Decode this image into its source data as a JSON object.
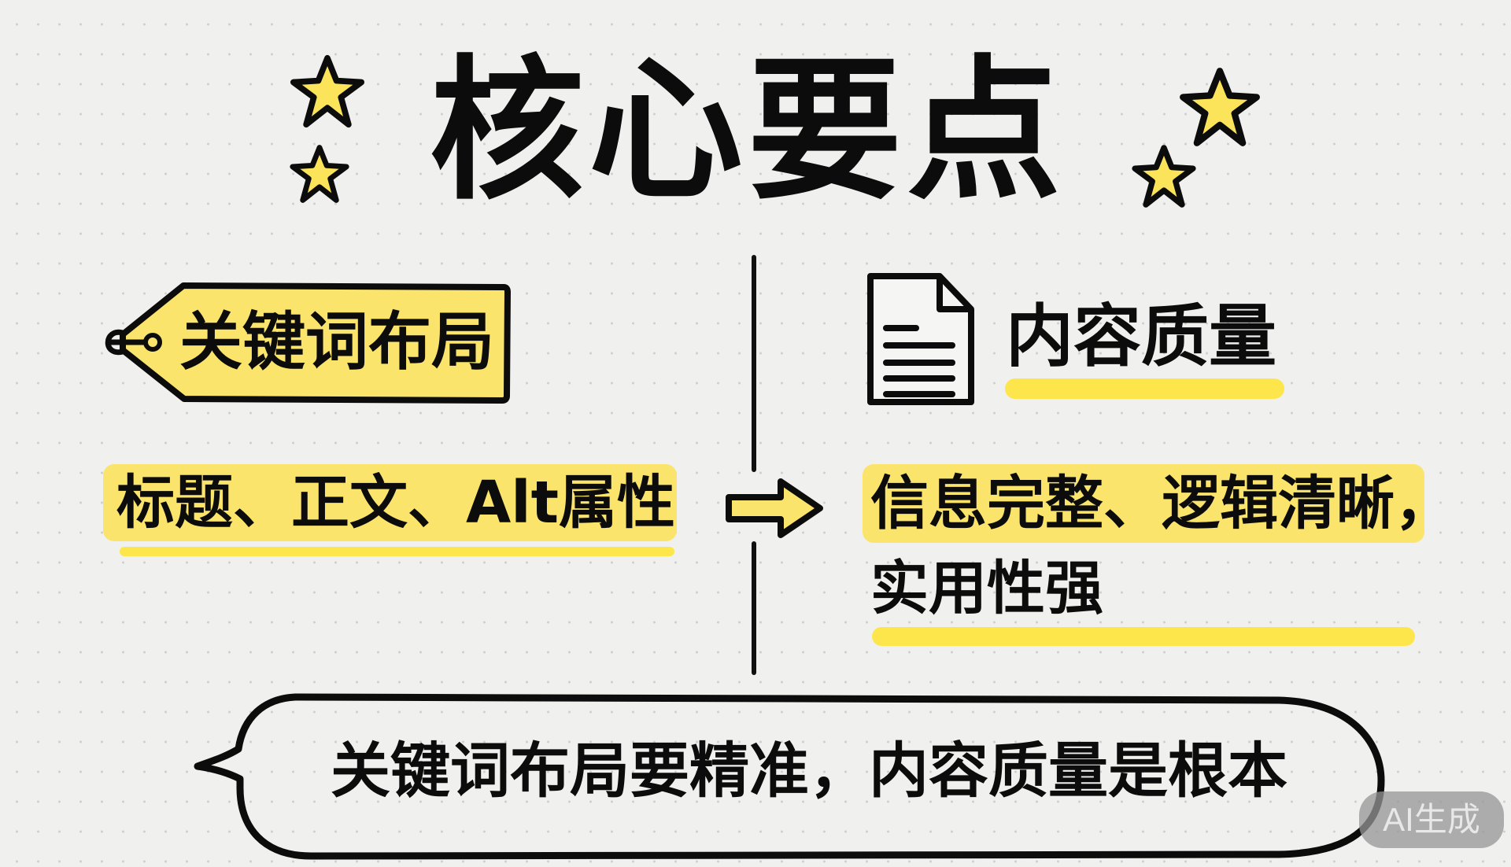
{
  "title": "核心要点",
  "left_section": {
    "tag_label": "关键词布局",
    "detail": "标题、正文、Alt属性"
  },
  "right_section": {
    "heading": "内容质量",
    "detail_line1": "信息完整、逻辑清晰，",
    "detail_line2": "实用性强"
  },
  "summary": "关键词布局要精准，内容质量是根本",
  "badge": "AI生成",
  "icons": [
    "star-icon",
    "tag-icon",
    "document-icon",
    "arrow-right-icon",
    "speech-bubble"
  ],
  "colors": {
    "background": "#f0f0ef",
    "highlight": "#fbe46b",
    "underline": "#fde64b",
    "star_fill": "#fce45a",
    "ink": "#0c0c0c"
  }
}
